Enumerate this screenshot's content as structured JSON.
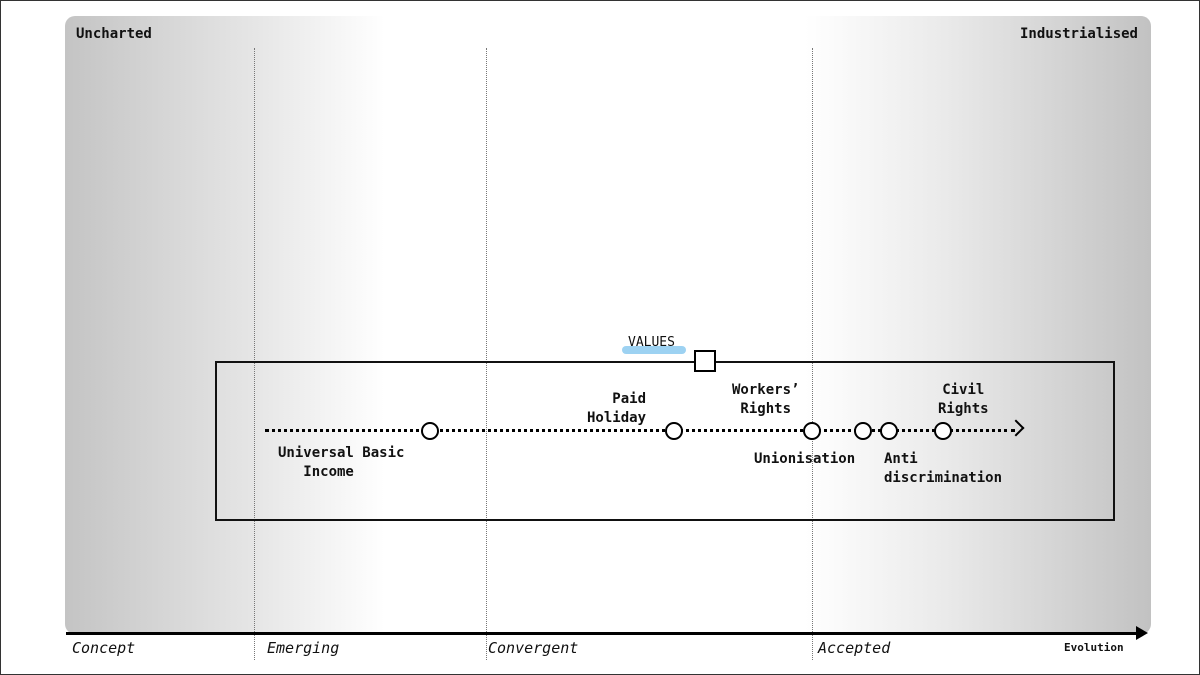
{
  "corners": {
    "left": "Uncharted",
    "right": "Industrialised"
  },
  "axis": {
    "stages": [
      "Concept",
      "Emerging",
      "Convergent",
      "Accepted"
    ],
    "label": "Evolution"
  },
  "group": {
    "label": "VALUES"
  },
  "components": [
    {
      "name": "Universal Basic\n   Income"
    },
    {
      "name": "Paid\nHoliday"
    },
    {
      "name": "Workers’\n Rights"
    },
    {
      "name": "Unionisation"
    },
    {
      "name": "Anti\ndiscrimination"
    },
    {
      "name": "Civil\nRights"
    }
  ]
}
